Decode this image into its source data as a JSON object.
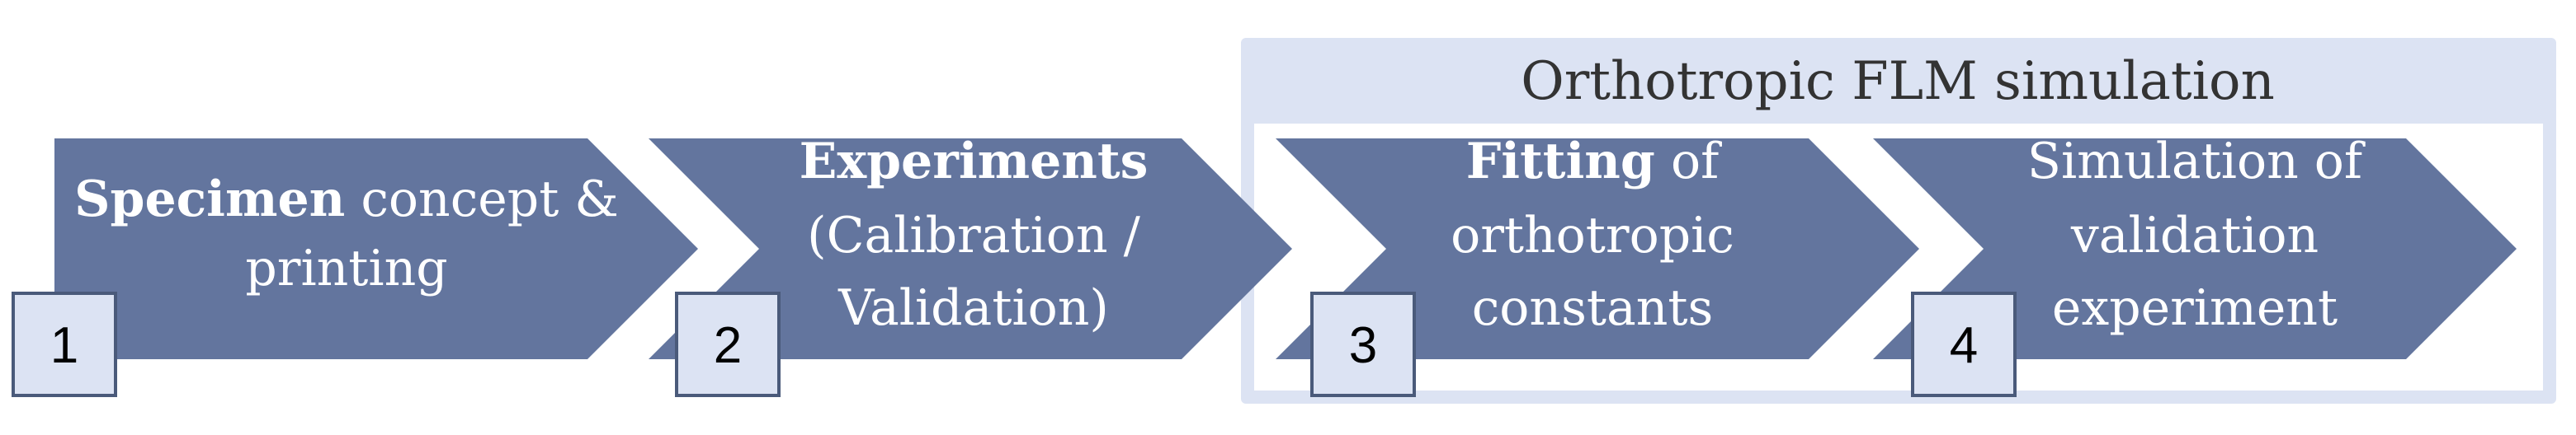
{
  "group": {
    "title": "Orthotropic FLM simulation"
  },
  "steps": [
    {
      "number": "1",
      "lines": [
        [
          {
            "text": "Specimen",
            "bold": true
          },
          {
            "text": " concept &",
            "bold": false
          }
        ],
        [
          {
            "text": "printing",
            "bold": false
          }
        ]
      ]
    },
    {
      "number": "2",
      "lines": [
        [
          {
            "text": "Experiments",
            "bold": true
          }
        ],
        [
          {
            "text": "(Calibration /",
            "bold": false
          }
        ],
        [
          {
            "text": "Validation)",
            "bold": false
          }
        ]
      ]
    },
    {
      "number": "3",
      "lines": [
        [
          {
            "text": "Fitting",
            "bold": true
          },
          {
            "text": " of",
            "bold": false
          }
        ],
        [
          {
            "text": "orthotropic",
            "bold": false
          }
        ],
        [
          {
            "text": "constants",
            "bold": false
          }
        ]
      ]
    },
    {
      "number": "4",
      "lines": [
        [
          {
            "text": "Simulation of",
            "bold": false
          }
        ],
        [
          {
            "text": "validation",
            "bold": false
          }
        ],
        [
          {
            "text": "experiment",
            "bold": false
          }
        ]
      ]
    }
  ],
  "colors": {
    "arrow_fill": "#63759e",
    "panel_fill": "#dce3f3",
    "panel_inner": "#ffffff",
    "badge_fill": "#dce3f3",
    "badge_stroke": "#4a5a7a",
    "title_text": "#333333",
    "arrow_text": "#ffffff",
    "badge_text": "#000000"
  }
}
